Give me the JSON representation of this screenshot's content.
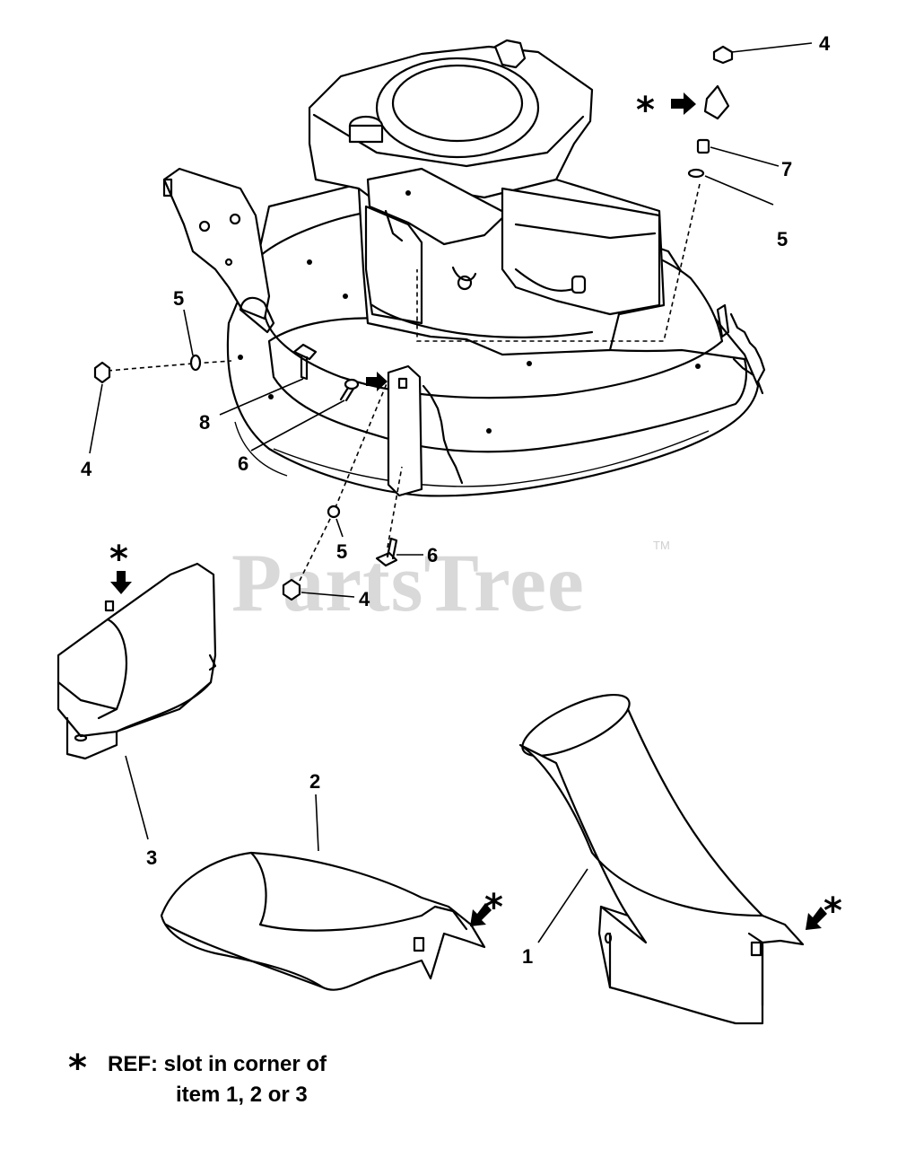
{
  "watermark": {
    "brand": "PartsTree",
    "trademark": "TM"
  },
  "callouts": {
    "engine_nut_top": "4",
    "engine_spacer": "7",
    "engine_washer_right": "5",
    "left_washer": "5",
    "left_nut": "4",
    "bolt_left": "8",
    "bolt_front": "6",
    "bottom_washer": "5",
    "bottom_bolt": "6",
    "bottom_nut": "4",
    "chute_side": "3",
    "chute_mulch": "2",
    "chute_bag": "1"
  },
  "ref_marker": "*",
  "note": {
    "line1": "REF: slot in corner of",
    "line2": "item 1,  2  or  3"
  }
}
